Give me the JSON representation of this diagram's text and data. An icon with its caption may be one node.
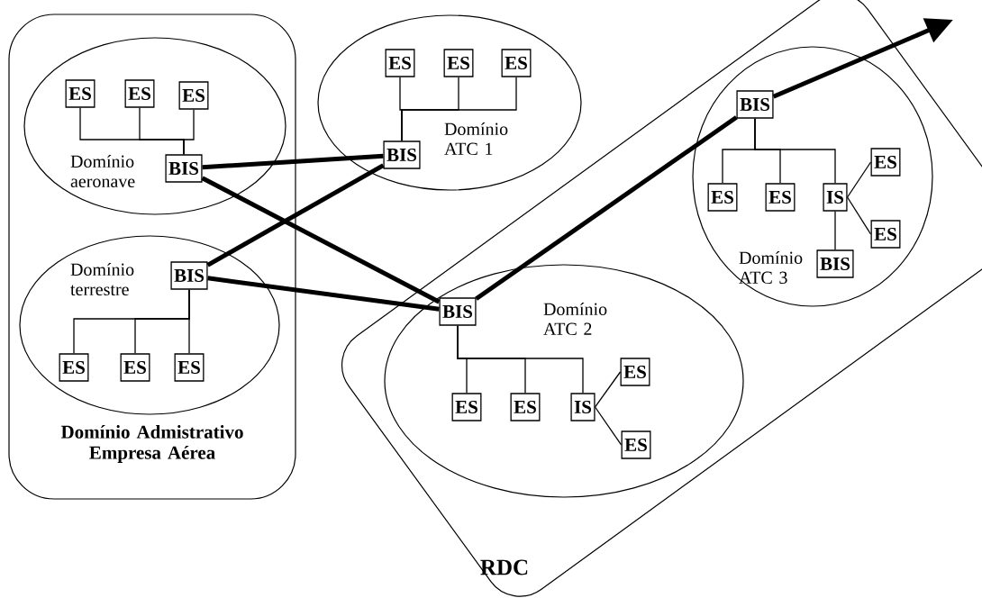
{
  "diagram": {
    "nodes": [
      {
        "text": [
          "Domínio Admistrativo Empresa Aérea"
        ]
      },
      {
        "text": [
          "Domínio aeronave"
        ],
        "in": 0
      },
      {
        "text": [
          "ES"
        ],
        "in": 1
      },
      {
        "text": [
          "ES"
        ],
        "in": 1
      },
      {
        "text": [
          "ES"
        ],
        "in": 1
      },
      {
        "text": [
          "BIS"
        ],
        "in": 1
      },
      {
        "text": [
          "Domínio terrestre"
        ],
        "in": 0
      },
      {
        "text": [
          "BIS"
        ],
        "in": 6
      },
      {
        "text": [
          "ES"
        ],
        "in": 6
      },
      {
        "text": [
          "ES"
        ],
        "in": 6
      },
      {
        "text": [
          "ES"
        ],
        "in": 6
      },
      {
        "text": [
          "Domínio ATC 1"
        ]
      },
      {
        "text": [
          "ES"
        ],
        "in": 11
      },
      {
        "text": [
          "ES"
        ],
        "in": 11
      },
      {
        "text": [
          "ES"
        ],
        "in": 11
      },
      {
        "text": [
          "BIS"
        ],
        "in": 11
      },
      {
        "text": [
          "RDC"
        ]
      },
      {
        "text": [
          "Domínio ATC 3"
        ],
        "in": 16
      },
      {
        "text": [
          "BIS"
        ],
        "in": 17
      },
      {
        "text": [
          "ES"
        ],
        "in": 17
      },
      {
        "text": [
          "ES"
        ],
        "in": 17
      },
      {
        "text": [
          "IS"
        ],
        "in": 17
      },
      {
        "text": [
          "ES"
        ],
        "in": 17
      },
      {
        "text": [
          "ES"
        ],
        "in": 17
      },
      {
        "text": [
          "BIS"
        ],
        "in": 17
      },
      {
        "text": [
          "Domínio ATC 2"
        ],
        "in": 16
      },
      {
        "text": [
          "BIS"
        ],
        "in": 25
      },
      {
        "text": [
          "ES"
        ],
        "in": 25
      },
      {
        "text": [
          "ES"
        ],
        "in": 25
      },
      {
        "text": [
          "IS"
        ],
        "in": 25
      },
      {
        "text": [
          "ES"
        ],
        "in": 25
      },
      {
        "text": [
          "ES"
        ],
        "in": 25
      }
    ],
    "edges": [
      {
        "from": 2,
        "to": 5,
        "arrow": "none"
      },
      {
        "from": 3,
        "to": 5,
        "arrow": "none"
      },
      {
        "from": 4,
        "to": 5,
        "arrow": "none"
      },
      {
        "from": 7,
        "to": 8,
        "arrow": "none"
      },
      {
        "from": 7,
        "to": 9,
        "arrow": "none"
      },
      {
        "from": 7,
        "to": 10,
        "arrow": "none"
      },
      {
        "from": 12,
        "to": 15,
        "arrow": "none"
      },
      {
        "from": 13,
        "to": 15,
        "arrow": "none"
      },
      {
        "from": 14,
        "to": 15,
        "arrow": "none"
      },
      {
        "from": 18,
        "to": 19,
        "arrow": "none"
      },
      {
        "from": 18,
        "to": 20,
        "arrow": "none"
      },
      {
        "from": 18,
        "to": 21,
        "arrow": "none"
      },
      {
        "from": 21,
        "to": 22,
        "arrow": "none"
      },
      {
        "from": 21,
        "to": 23,
        "arrow": "none"
      },
      {
        "from": 21,
        "to": 24,
        "arrow": "none"
      },
      {
        "from": 26,
        "to": 27,
        "arrow": "none"
      },
      {
        "from": 26,
        "to": 28,
        "arrow": "none"
      },
      {
        "from": 26,
        "to": 29,
        "arrow": "none"
      },
      {
        "from": 29,
        "to": 30,
        "arrow": "none"
      },
      {
        "from": 29,
        "to": 31,
        "arrow": "none"
      },
      {
        "from": 5,
        "to": 15,
        "arrow": "none",
        "style": "thick"
      },
      {
        "from": 5,
        "to": 26,
        "arrow": "none",
        "style": "thick"
      },
      {
        "from": 7,
        "to": 15,
        "arrow": "none",
        "style": "thick"
      },
      {
        "from": 7,
        "to": 26,
        "arrow": "none",
        "style": "thick"
      },
      {
        "from": 26,
        "to": 18,
        "arrow": "none",
        "style": "thick"
      },
      {
        "from": 18,
        "to": null,
        "arrow": "to",
        "style": "thick"
      }
    ]
  }
}
